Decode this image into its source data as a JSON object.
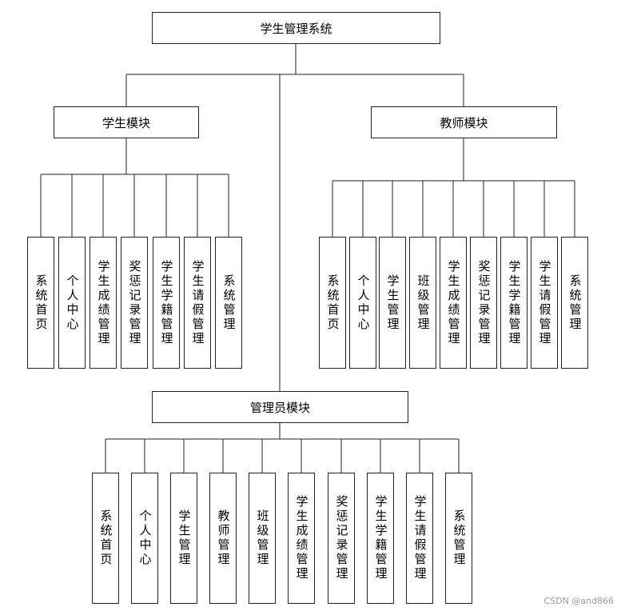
{
  "root": {
    "label": "学生管理系统"
  },
  "student_module": {
    "label": "学生模块",
    "items": [
      "系统首页",
      "个人中心",
      "学生成绩管理",
      "奖惩记录管理",
      "学生学籍管理",
      "学生请假管理",
      "系统管理"
    ]
  },
  "teacher_module": {
    "label": "教师模块",
    "items": [
      "系统首页",
      "个人中心",
      "学生管理",
      "班级管理",
      "学生成绩管理",
      "奖惩记录管理",
      "学生学籍管理",
      "学生请假管理",
      "系统管理"
    ]
  },
  "admin_module": {
    "label": "管理员模块",
    "items": [
      "系统首页",
      "个人中心",
      "学生管理",
      "教师管理",
      "班级管理",
      "学生成绩管理",
      "奖惩记录管理",
      "学生学籍管理",
      "学生请假管理",
      "系统管理"
    ]
  },
  "watermark": "CSDN @and866"
}
